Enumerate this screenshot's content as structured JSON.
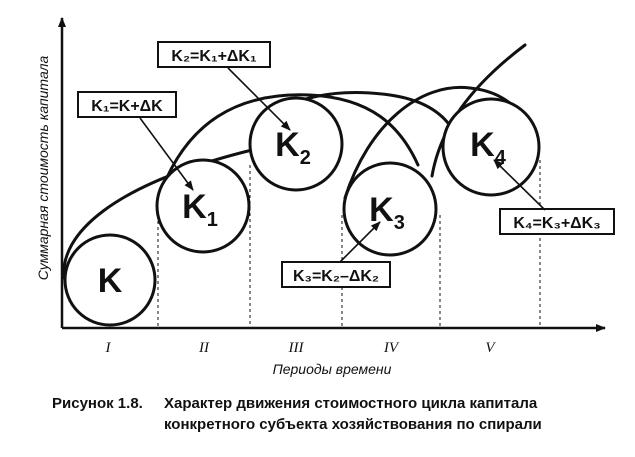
{
  "y_axis_label": "Суммарная стоимость капитала",
  "x_axis_label": "Периоды времени",
  "periods": [
    "I",
    "II",
    "III",
    "IV",
    "V"
  ],
  "circles": [
    {
      "label": "K",
      "sub": ""
    },
    {
      "label": "K",
      "sub": "1"
    },
    {
      "label": "K",
      "sub": "2"
    },
    {
      "label": "K",
      "sub": "3"
    },
    {
      "label": "K",
      "sub": "4"
    }
  ],
  "formulas": [
    {
      "text": "K₁=K+ΔK"
    },
    {
      "text": "K₂=K₁+ΔK₁"
    },
    {
      "text": "K₃=K₂–ΔK₂"
    },
    {
      "text": "K₄=K₃+ΔK₃"
    }
  ],
  "caption": {
    "label": "Рисунок 1.8.",
    "line1": "Характер движения стоимостного цикла капитала",
    "line2": "конкретного субъекта хозяйствования по спирали"
  },
  "colors": {
    "ink": "#111111",
    "background": "#ffffff"
  }
}
